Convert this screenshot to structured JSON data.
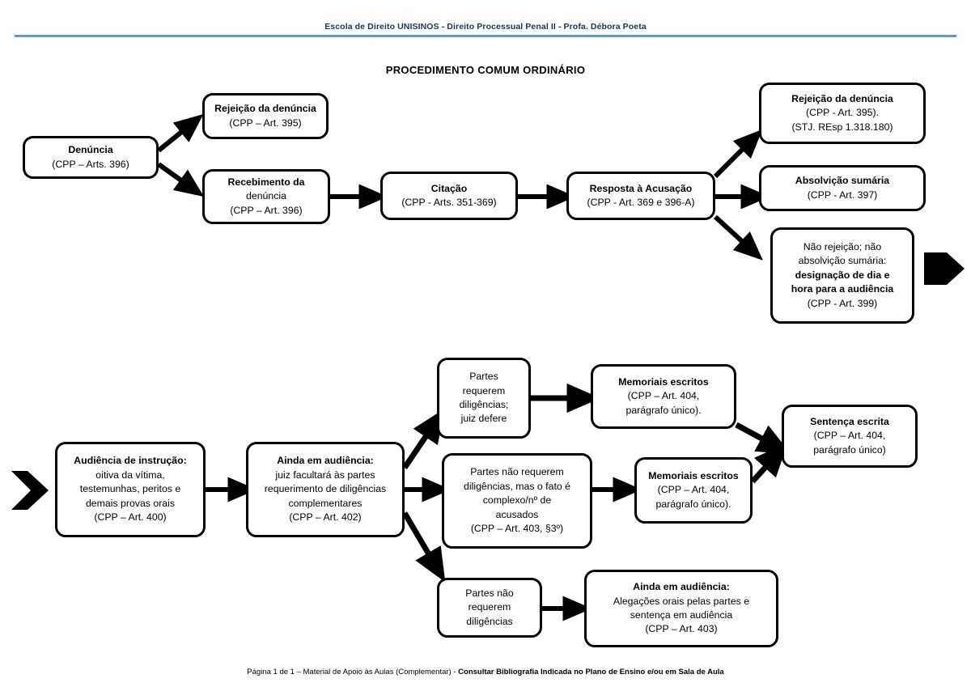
{
  "header": {
    "text": "Escola de Direito UNISINOS - Direito Processual Penal II - Profa. Débora Poeta",
    "rule_color": "#5B9BD5"
  },
  "footer": {
    "prefix": "Página 1 de 1 – Material de Apoio às Aulas (Complementar) - ",
    "bold": "Consultar Bibliografia Indicada no Plano de Ensino e/ou em Sala de Aula"
  },
  "title": "PROCEDIMENTO COMUM ORDINÁRIO",
  "chart_data": {
    "type": "diagram",
    "title": "PROCEDIMENTO COMUM ORDINÁRIO",
    "orientation": "left-to-right",
    "node_shape": "rounded-rectangle",
    "stroke_color": "#000000",
    "fill_color": "#ffffff",
    "nodes": [
      {
        "id": "denuncia",
        "lines": [
          "Denúncia",
          "(CPP – Arts. 396)"
        ],
        "bold": [
          true,
          false
        ]
      },
      {
        "id": "rejeicao1",
        "lines": [
          "Rejeição da denúncia",
          "(CPP – Art. 395)"
        ],
        "bold": [
          true,
          false
        ]
      },
      {
        "id": "recebimento",
        "lines": [
          "Recebimento da",
          "denúncia",
          "(CPP – Art. 396)"
        ],
        "bold": [
          true,
          false,
          false
        ]
      },
      {
        "id": "citacao",
        "lines": [
          "Citação",
          "(CPP - Arts. 351-369)"
        ],
        "bold": [
          true,
          false
        ]
      },
      {
        "id": "resposta",
        "lines": [
          "Resposta à Acusação",
          "(CPP - Art. 369 e 396-A)"
        ],
        "bold": [
          true,
          false
        ]
      },
      {
        "id": "rejeicao2",
        "lines": [
          "Rejeição da denúncia",
          "(CPP - Art. 395).",
          "(STJ. REsp 1.318.180)"
        ],
        "bold": [
          true,
          false,
          false
        ]
      },
      {
        "id": "absolvicao",
        "lines": [
          "Absolvição sumária",
          "(CPP - Art. 397)"
        ],
        "bold": [
          true,
          false
        ]
      },
      {
        "id": "naorejeicao",
        "lines": [
          "Não rejeição; não",
          "absolvição sumária:",
          "designação de dia e",
          "hora para a audiência",
          "(CPP - Art. 399)"
        ],
        "bold": [
          false,
          false,
          true,
          true,
          false
        ]
      },
      {
        "id": "audinstrucao",
        "lines": [
          "Audiência de instrução:",
          "oitiva da vítima,",
          "testemunhas, peritos e",
          "demais provas orais",
          "(CPP – Art. 400)"
        ],
        "bold": [
          true,
          false,
          false,
          false,
          false
        ]
      },
      {
        "id": "aindaaud",
        "lines": [
          "Ainda em audiência:",
          "juiz facultará às partes",
          "requerimento de diligências",
          "complementares",
          "(CPP – Art. 402)"
        ],
        "bold": [
          true,
          false,
          false,
          false,
          false
        ]
      },
      {
        "id": "partes1",
        "lines": [
          "Partes",
          "requerem",
          "diligências;",
          "juiz defere"
        ],
        "bold": [
          false,
          false,
          false,
          false
        ]
      },
      {
        "id": "memoriais1",
        "lines": [
          "Memoriais escritos",
          "(CPP – Art. 404,",
          "parágrafo único)."
        ],
        "bold": [
          true,
          false,
          false
        ]
      },
      {
        "id": "partes2",
        "lines": [
          "Partes não requerem",
          "diligências, mas o fato é",
          "complexo/nº de",
          "acusados",
          "(CPP – Art. 403, §3º)"
        ],
        "bold": [
          false,
          false,
          false,
          false,
          false
        ]
      },
      {
        "id": "memoriais2",
        "lines": [
          "Memoriais escritos",
          "(CPP – Art. 404,",
          "parágrafo único)."
        ],
        "bold": [
          true,
          false,
          false
        ]
      },
      {
        "id": "sentenca",
        "lines": [
          "Sentença escrita",
          "(CPP – Art. 404,",
          "parágrafo único)"
        ],
        "bold": [
          true,
          false,
          false
        ]
      },
      {
        "id": "partes3",
        "lines": [
          "Partes não",
          "requerem",
          "diligências"
        ],
        "bold": [
          false,
          false,
          false
        ]
      },
      {
        "id": "aindaaud2",
        "lines": [
          "Ainda em audiência:",
          "Alegações orais pelas partes e",
          "sentença em audiência",
          "(CPP – Art. 403)"
        ],
        "bold": [
          true,
          false,
          false,
          false
        ]
      }
    ],
    "edges": [
      {
        "from": "denuncia",
        "to": "rejeicao1"
      },
      {
        "from": "denuncia",
        "to": "recebimento"
      },
      {
        "from": "recebimento",
        "to": "citacao"
      },
      {
        "from": "citacao",
        "to": "resposta"
      },
      {
        "from": "resposta",
        "to": "rejeicao2"
      },
      {
        "from": "resposta",
        "to": "absolvicao"
      },
      {
        "from": "resposta",
        "to": "naorejeicao"
      },
      {
        "from": "naorejeicao",
        "to": "page-break-right"
      },
      {
        "from": "page-break-left",
        "to": "audinstrucao"
      },
      {
        "from": "audinstrucao",
        "to": "aindaaud"
      },
      {
        "from": "aindaaud",
        "to": "partes1"
      },
      {
        "from": "aindaaud",
        "to": "partes2"
      },
      {
        "from": "aindaaud",
        "to": "partes3"
      },
      {
        "from": "partes1",
        "to": "memoriais1"
      },
      {
        "from": "partes2",
        "to": "memoriais2"
      },
      {
        "from": "partes3",
        "to": "aindaaud2"
      },
      {
        "from": "memoriais1",
        "to": "sentenca"
      },
      {
        "from": "memoriais2",
        "to": "sentenca"
      }
    ]
  }
}
